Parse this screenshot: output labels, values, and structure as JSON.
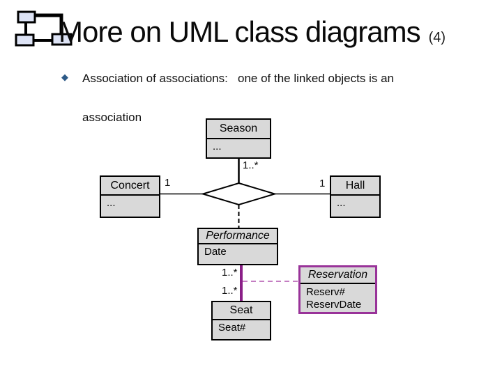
{
  "slide": {
    "title": "More on UML class diagrams",
    "slide_number": "(4)",
    "bullet": {
      "icon": "◆",
      "line1": "Association of associations:   one of the linked objects is an",
      "line2": "association"
    }
  },
  "diagram": {
    "classes": {
      "season": {
        "name": "Season",
        "attr": "..."
      },
      "concert": {
        "name": "Concert",
        "attr": "..."
      },
      "hall": {
        "name": "Hall",
        "attr": "..."
      },
      "performance": {
        "name": "Performance",
        "attr": "Date"
      },
      "seat": {
        "name": "Seat",
        "attr": "Seat#"
      },
      "reservation": {
        "name": "Reservation",
        "attr1": "Reserv#",
        "attr2": "ReservDate"
      }
    },
    "multiplicities": {
      "season": "1..*",
      "concert": "1",
      "hall": "1",
      "performance": "1..*",
      "seat": "1..*"
    },
    "colors": {
      "class_fill": "#d9d9d9",
      "class_border": "#000000",
      "reservation_accent": "#993399",
      "link_solid_purple": "#8a1f87",
      "link_dashed_purple": "#c47ec2",
      "bullet_diamond": "#2d5a87",
      "logo_fill": "#dde3f5"
    }
  }
}
